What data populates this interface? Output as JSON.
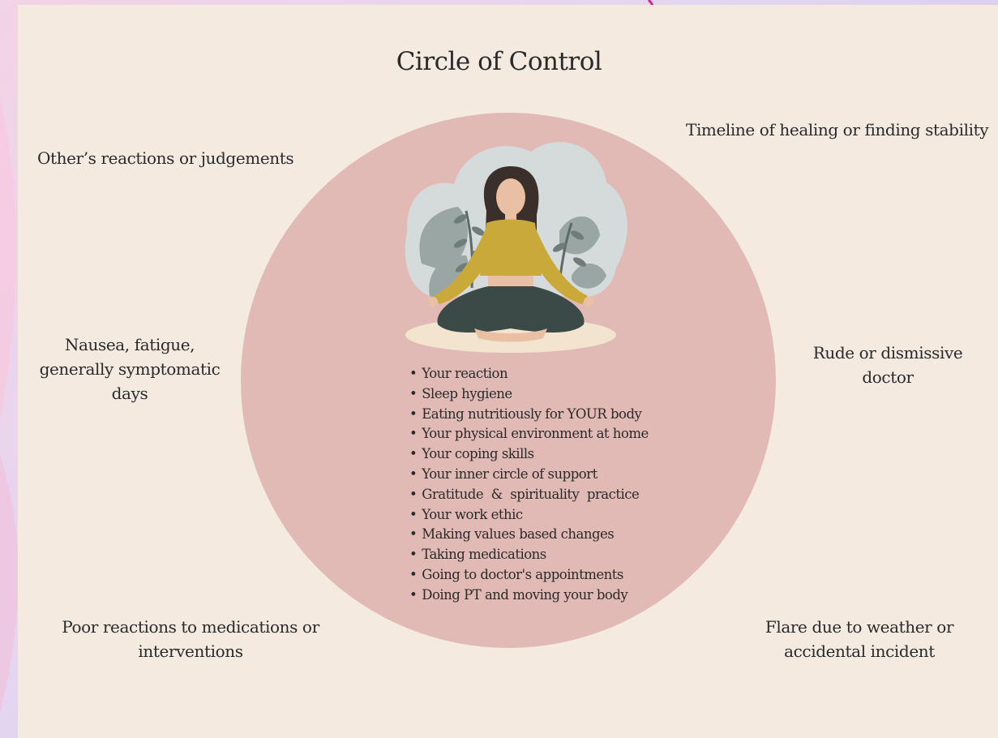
{
  "title": "Circle of Control",
  "inside_circle": [
    "Your reaction",
    "Sleep hygiene",
    "Eating nutritiously for YOUR body",
    "Your physical environment at home",
    "Your coping skills",
    "Your inner circle of support",
    "Gratitude  &  spirituality  practice",
    "Your work ethic",
    "Making values based changes",
    "Taking medications",
    "Going to doctor's appointments",
    "Doing PT and moving your body"
  ],
  "outside_circle": [
    "Other’s reactions or judgements",
    "Timeline of healing or finding stability",
    "Nausea, fatigue, generally symptomatic days",
    "Rude or dismissive doctor",
    "Poor reactions to medications or interventions",
    "Flare due to weather or accidental incident"
  ],
  "colors": {
    "background": "#f4eadf",
    "circle": "#e2bab5",
    "cloud": "#d5dadb",
    "sweater": "#c9a93a",
    "pants": "#3c4a47",
    "hair": "#3a2f2a",
    "skin": "#e9c0a3",
    "leaves": "#9aa6a3",
    "mat": "#f2e4cf"
  },
  "icons": [
    "meditating-woman-illustration",
    "leaf-icon"
  ]
}
